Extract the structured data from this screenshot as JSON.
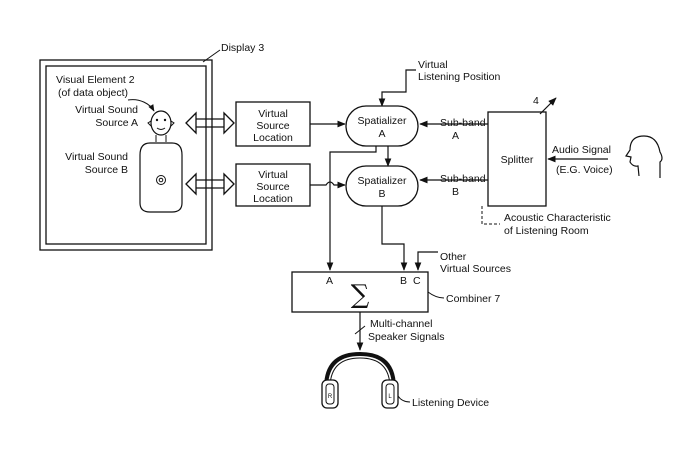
{
  "display": {
    "label": "Display 3"
  },
  "visual_element": {
    "line1": "Visual Element 2",
    "line2": "(of data object)"
  },
  "source_a": {
    "line1": "Virtual Sound",
    "line2": "Source A"
  },
  "source_b": {
    "line1": "Virtual Sound",
    "line2": "Source B"
  },
  "location_a": {
    "line1": "Virtual",
    "line2": "Source",
    "line3": "Location"
  },
  "location_b": {
    "line1": "Virtual",
    "line2": "Source",
    "line3": "Location"
  },
  "listening_position": {
    "line1": "Virtual",
    "line2": "Listening Position"
  },
  "spatializer_a": {
    "line1": "Spatializer",
    "line2": "A"
  },
  "spatializer_b": {
    "line1": "Spatializer",
    "line2": "B"
  },
  "subband_a": {
    "line1": "Sub-band",
    "line2": "A"
  },
  "subband_b": {
    "line1": "Sub-band",
    "line2": "B"
  },
  "splitter": {
    "label": "Splitter",
    "ref": "4"
  },
  "audio_signal": {
    "line1": "Audio Signal",
    "line2": "(E.G. Voice)"
  },
  "acoustic": {
    "line1": "Acoustic Characteristic",
    "line2": "of Listening Room"
  },
  "other_sources": {
    "line1": "Other",
    "line2": "Virtual Sources"
  },
  "combiner": {
    "symbol": "∑",
    "label": "Combiner 7",
    "input_a": "A",
    "input_b": "B",
    "input_c": "C"
  },
  "speaker_signals": {
    "line1": "Multi-channel",
    "line2": "Speaker Signals"
  },
  "listening_device": {
    "label": "Listening Device",
    "left_cup": "R",
    "right_cup": "L"
  }
}
